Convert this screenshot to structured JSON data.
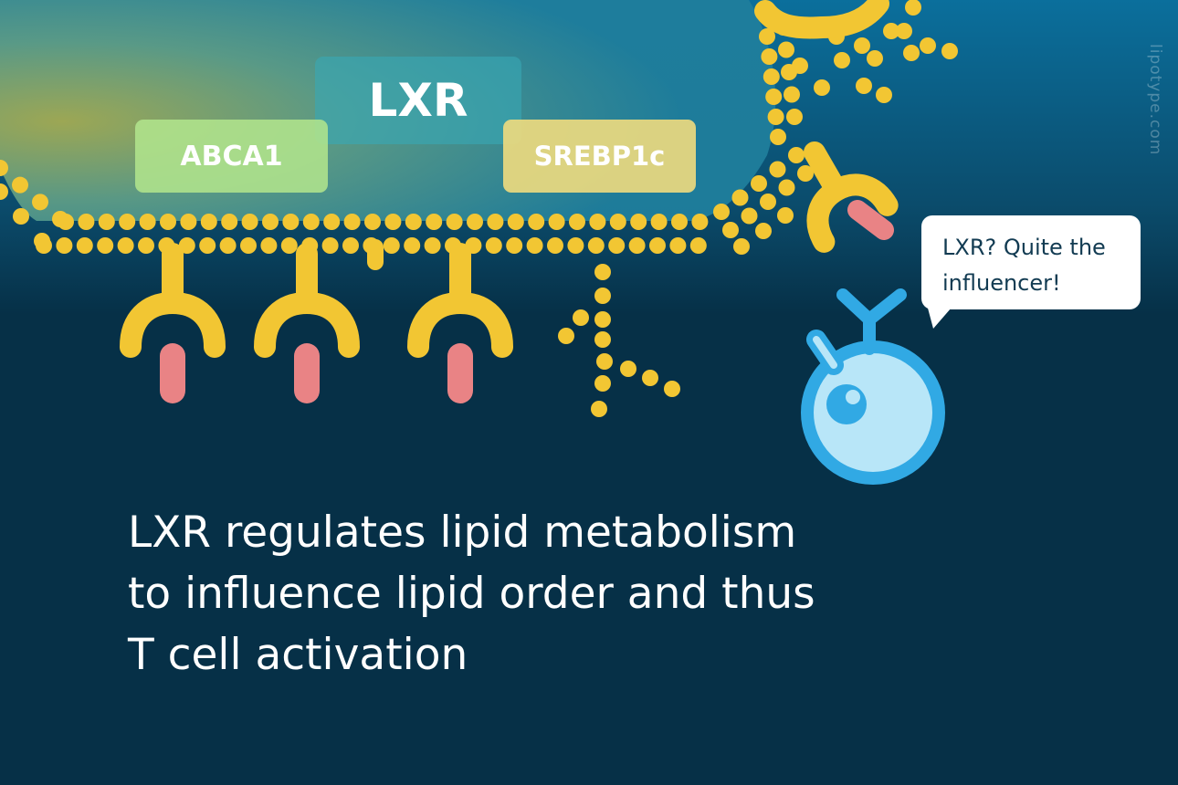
{
  "labels": {
    "center": "LXR",
    "left": "ABCA1",
    "right": "SREBP1c"
  },
  "speech_bubble": {
    "line1": "LXR? Quite the",
    "line2": "influencer!"
  },
  "headline": {
    "line1": "LXR regulates lipid metabolism",
    "line2": "to influence lipid order and thus",
    "line3": "T cell activation"
  },
  "watermark": "lipotype.com",
  "colors": {
    "background": "#063047",
    "lipid": "#f2c633",
    "ligand": "#e98385",
    "t_cell": "#31a9e4",
    "t_cell_fill": "#b8e6f8",
    "cell_glow": "#9cb456"
  }
}
